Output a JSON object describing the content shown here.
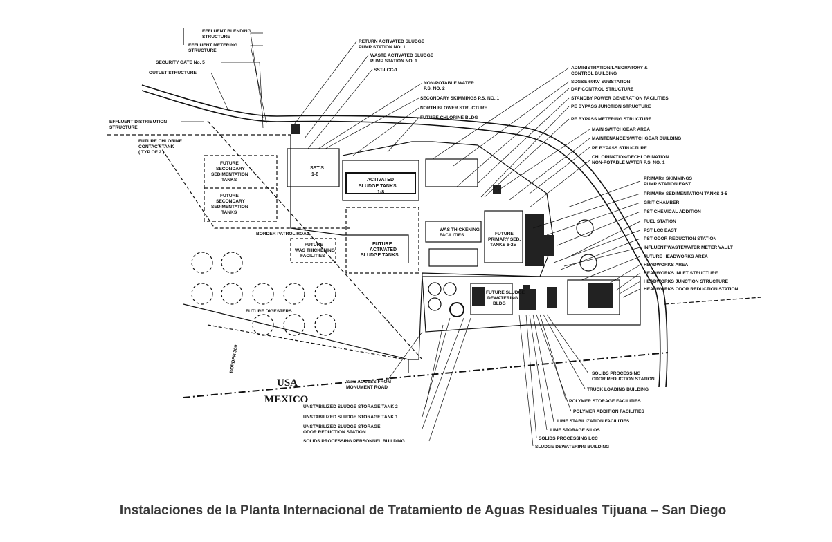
{
  "labels": {
    "effluent_blending": "EFFLUENT BLENDING",
    "effluent_blending_2": "STRUCTURE",
    "effluent_metering": "EFFLUENT METERING",
    "effluent_metering_2": "STRUCTURE",
    "security_gate": "SECURITY GATE No. 5",
    "outlet_structure": "OUTLET STRUCTURE",
    "effluent_distribution": "EFFLUENT DISTRIBUTION",
    "effluent_distribution_2": "STRUCTURE",
    "future_chlorine_tank": "FUTURE CHLORINE",
    "future_chlorine_tank_2": "CONTACT TANK",
    "future_chlorine_tank_3": "( TYP OF 2 )",
    "ras_ps1": "RETURN ACTIVATED SLUDGE",
    "ras_ps1_2": "PUMP STATION NO. 1",
    "was_ps1": "WASTE ACTIVATED SLUDGE",
    "was_ps1_2": "PUMP STATION NO. 1",
    "sst_lcc": "SST-LCC-1",
    "non_potable_ps2": "NON-POTABLE WATER",
    "non_potable_ps2_2": "P.S. NO. 2",
    "secondary_skimmings": "SECONDARY SKIMMINGS P.S. NO. 1",
    "north_blower": "NORTH BLOWER STRUCTURE",
    "future_chlorine_bldg": "FUTURE CHLORINE BLDG",
    "admin_lab": "ADMINISTRATION/LABORATORY &",
    "admin_lab_2": "CONTROL BUILDING",
    "sdge": "SDG&E 69KV SUBSTATION",
    "daf": "DAF CONTROL STRUCTURE",
    "standby_power": "STANDBY POWER GENERATION FACILITIES",
    "pe_bypass_junction": "PE BYPASS JUNCTION STRUCTURE",
    "pe_bypass_metering": "PE BYPASS METERING STRUCTURE",
    "main_switchgear": "MAIN SWITCHGEAR AREA",
    "maint_switchgear": "MAINTENANCE/SWITCHGEAR BUILDING",
    "pe_bypass": "PE BYPASS STRUCTURE",
    "chlorination": "CHLORINATION/DECHLORINATION",
    "chlorination_2": "NON-POTABLE WATER P.S. NO. 1",
    "primary_skimmings": "PRIMARY SKIMMINGS",
    "primary_skimmings_2": "PUMP STATION EAST",
    "primary_sed": "PRIMARY SEDIMENTATION TANKS 1-5",
    "grit": "GRIT CHAMBER",
    "pst_chem": "PST CHEMICAL ADDITION",
    "fuel": "FUEL STATION",
    "pst_lcc": "PST LCC EAST",
    "pst_odor": "PST ODOR REDUCTION STATION",
    "influent_meter": "INFLUENT WASTEWATER METER VAULT",
    "future_headworks": "FUTURE HEADWORKS AREA",
    "headworks_area": "HEADWORKS AREA",
    "headworks_inlet": "HEADWORKS INLET STRUCTURE",
    "headworks_junction": "HEADWORKS JUNCTION STRUCTURE",
    "headworks_odor": "HEADWORKS ODOR REDUCTION STATION",
    "future_sec_sed_1": "FUTURE",
    "future_sec_sed_1b": "SECONDARY",
    "future_sec_sed_1c": "SEDIMENTATION",
    "future_sec_sed_1d": "TANKS",
    "future_sec_sed_2": "FUTURE",
    "future_sec_sed_2b": "SECONDARY",
    "future_sec_sed_2c": "SEDIMENTATION",
    "future_sec_sed_2d": "TANKS",
    "ssts": "SST'S",
    "ssts_2": "1-8",
    "activated_tanks": "ACTIVATED",
    "activated_tanks_2": "SLUDGE TANKS",
    "activated_tanks_3": "1-8",
    "border_road": "BORDER PATROL ROAD",
    "was_thickening": "WAS THICKENING",
    "was_thickening_2": "FACILITIES",
    "future_was": "FUTURE",
    "future_was_2": "WAS THICKENING",
    "future_was_3": "FACILITIES",
    "future_ast": "FUTURE",
    "future_ast_2": "ACTIVATED",
    "future_ast_3": "SLUDGE TANKS",
    "future_primary": "FUTURE",
    "future_primary_2": "PRIMARY SED.",
    "future_primary_3": "TANKS 6-25",
    "future_digesters": "FUTURE DIGESTERS",
    "future_dewatering": "FUTURE SLUDGE",
    "future_dewatering_2": "DEWATERING",
    "future_dewatering_3": "BLDG",
    "usa": "USA",
    "mexico": "MEXICO",
    "site_access": "SITE ACCESS FROM",
    "site_access_2": "MONUMENT ROAD",
    "unstab_tank2": "UNSTABILIZED SLUDGE STORAGE TANK 2",
    "unstab_tank1": "UNSTABILIZED SLUDGE STORAGE TANK 1",
    "unstab_odor": "UNSTABILIZED SLUDGE STORAGE",
    "unstab_odor_2": "ODOR REDUCTION STATION",
    "solids_personnel": "SOLIDS PROCESSING PERSONNEL BUILDING",
    "solids_odor": "SOLIDS PROCESSING",
    "solids_odor_2": "ODOR REDUCTION STATION",
    "truck_loading": "TRUCK LOADING BUILDING",
    "polymer_storage": "POLYMER STORAGE FACILITIES",
    "polymer_addition": "POLYMER ADDITION FACILITIES",
    "lime_stab": "LIME STABILIZATION FACILITIES",
    "lime_silos": "LIME STORAGE SILOS",
    "solids_lcc": "SOLIDS PROCESSING LCC",
    "sludge_dewatering": "SLUDGE DEWATERING BUILDING",
    "border_note": "BORDER 300'"
  },
  "caption": "Instalaciones de la Planta Internacional de Tratamiento de Aguas Residuales Tijuana – San Diego"
}
